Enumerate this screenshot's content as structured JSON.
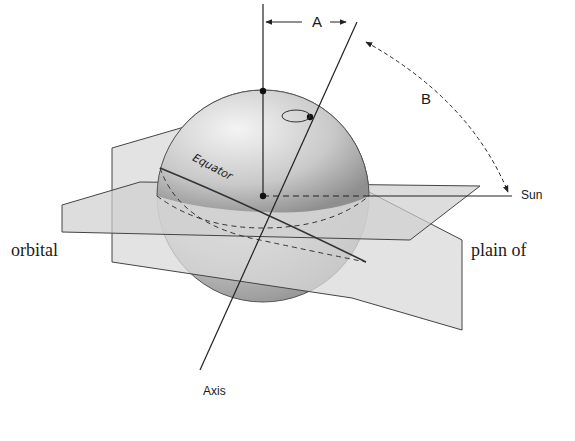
{
  "diagram": {
    "labels": [
      "A",
      "B",
      "Equator",
      "Sun",
      "orbital",
      "plain of",
      "Axis"
    ]
  }
}
